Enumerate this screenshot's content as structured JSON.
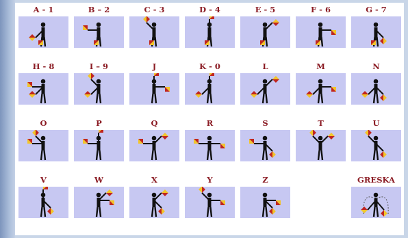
{
  "title": "",
  "colors": {
    "label": "#8b1c24",
    "panel": "#c7c8f2",
    "body": "#111111",
    "flag_red": "#c0261f",
    "flag_yellow": "#f2c52a"
  },
  "signals": [
    {
      "label": "A - 1"
    },
    {
      "label": "B – 2"
    },
    {
      "label": "C - 3"
    },
    {
      "label": "D - 4"
    },
    {
      "label": "E - 5"
    },
    {
      "label": "F - 6"
    },
    {
      "label": "G - 7"
    },
    {
      "label": "H - 8"
    },
    {
      "label": "I – 9"
    },
    {
      "label": "J"
    },
    {
      "label": "K - 0"
    },
    {
      "label": "L"
    },
    {
      "label": "M"
    },
    {
      "label": "N"
    },
    {
      "label": "O"
    },
    {
      "label": "P"
    },
    {
      "label": "Q"
    },
    {
      "label": "R"
    },
    {
      "label": "S"
    },
    {
      "label": "T"
    },
    {
      "label": "U"
    },
    {
      "label": "V"
    },
    {
      "label": "W"
    },
    {
      "label": "X"
    },
    {
      "label": "Y"
    },
    {
      "label": "Z"
    },
    {
      "label": "GRESKA"
    }
  ]
}
